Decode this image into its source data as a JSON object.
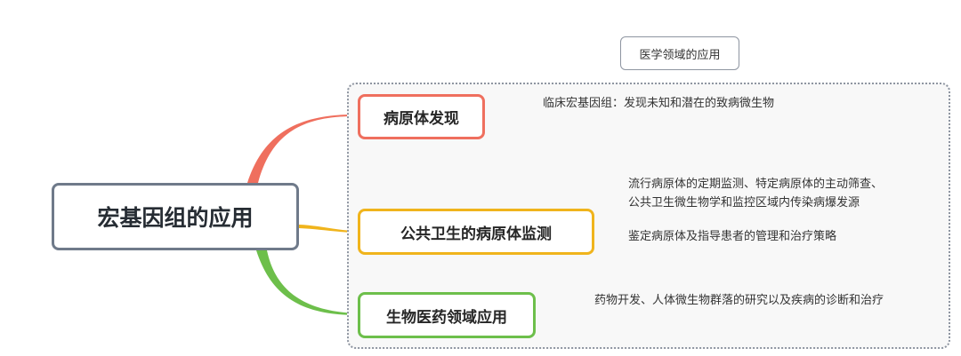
{
  "mindmap": {
    "root": "宏基因组的应用",
    "callout": "医学领域的应用",
    "branches": [
      {
        "label": "病原体发现",
        "color": "#ef6f5e",
        "leaves": [
          "临床宏基因组：发现未知和潜在的致病微生物"
        ]
      },
      {
        "label": "公共卫生的病原体监测",
        "color": "#f0b41c",
        "leaves": [
          {
            "line1": "流行病原体的定期监测、特定病原体的主动筛查、",
            "line2": "公共卫生微生物学和监控区域内传染病爆发源"
          },
          "鉴定病原体及指导患者的管理和治疗策略"
        ]
      },
      {
        "label": "生物医药领域应用",
        "color": "#6dbf4b",
        "leaves": [
          "药物开发、人体微生物群落的研究以及疾病的诊断和治疗"
        ]
      }
    ]
  }
}
